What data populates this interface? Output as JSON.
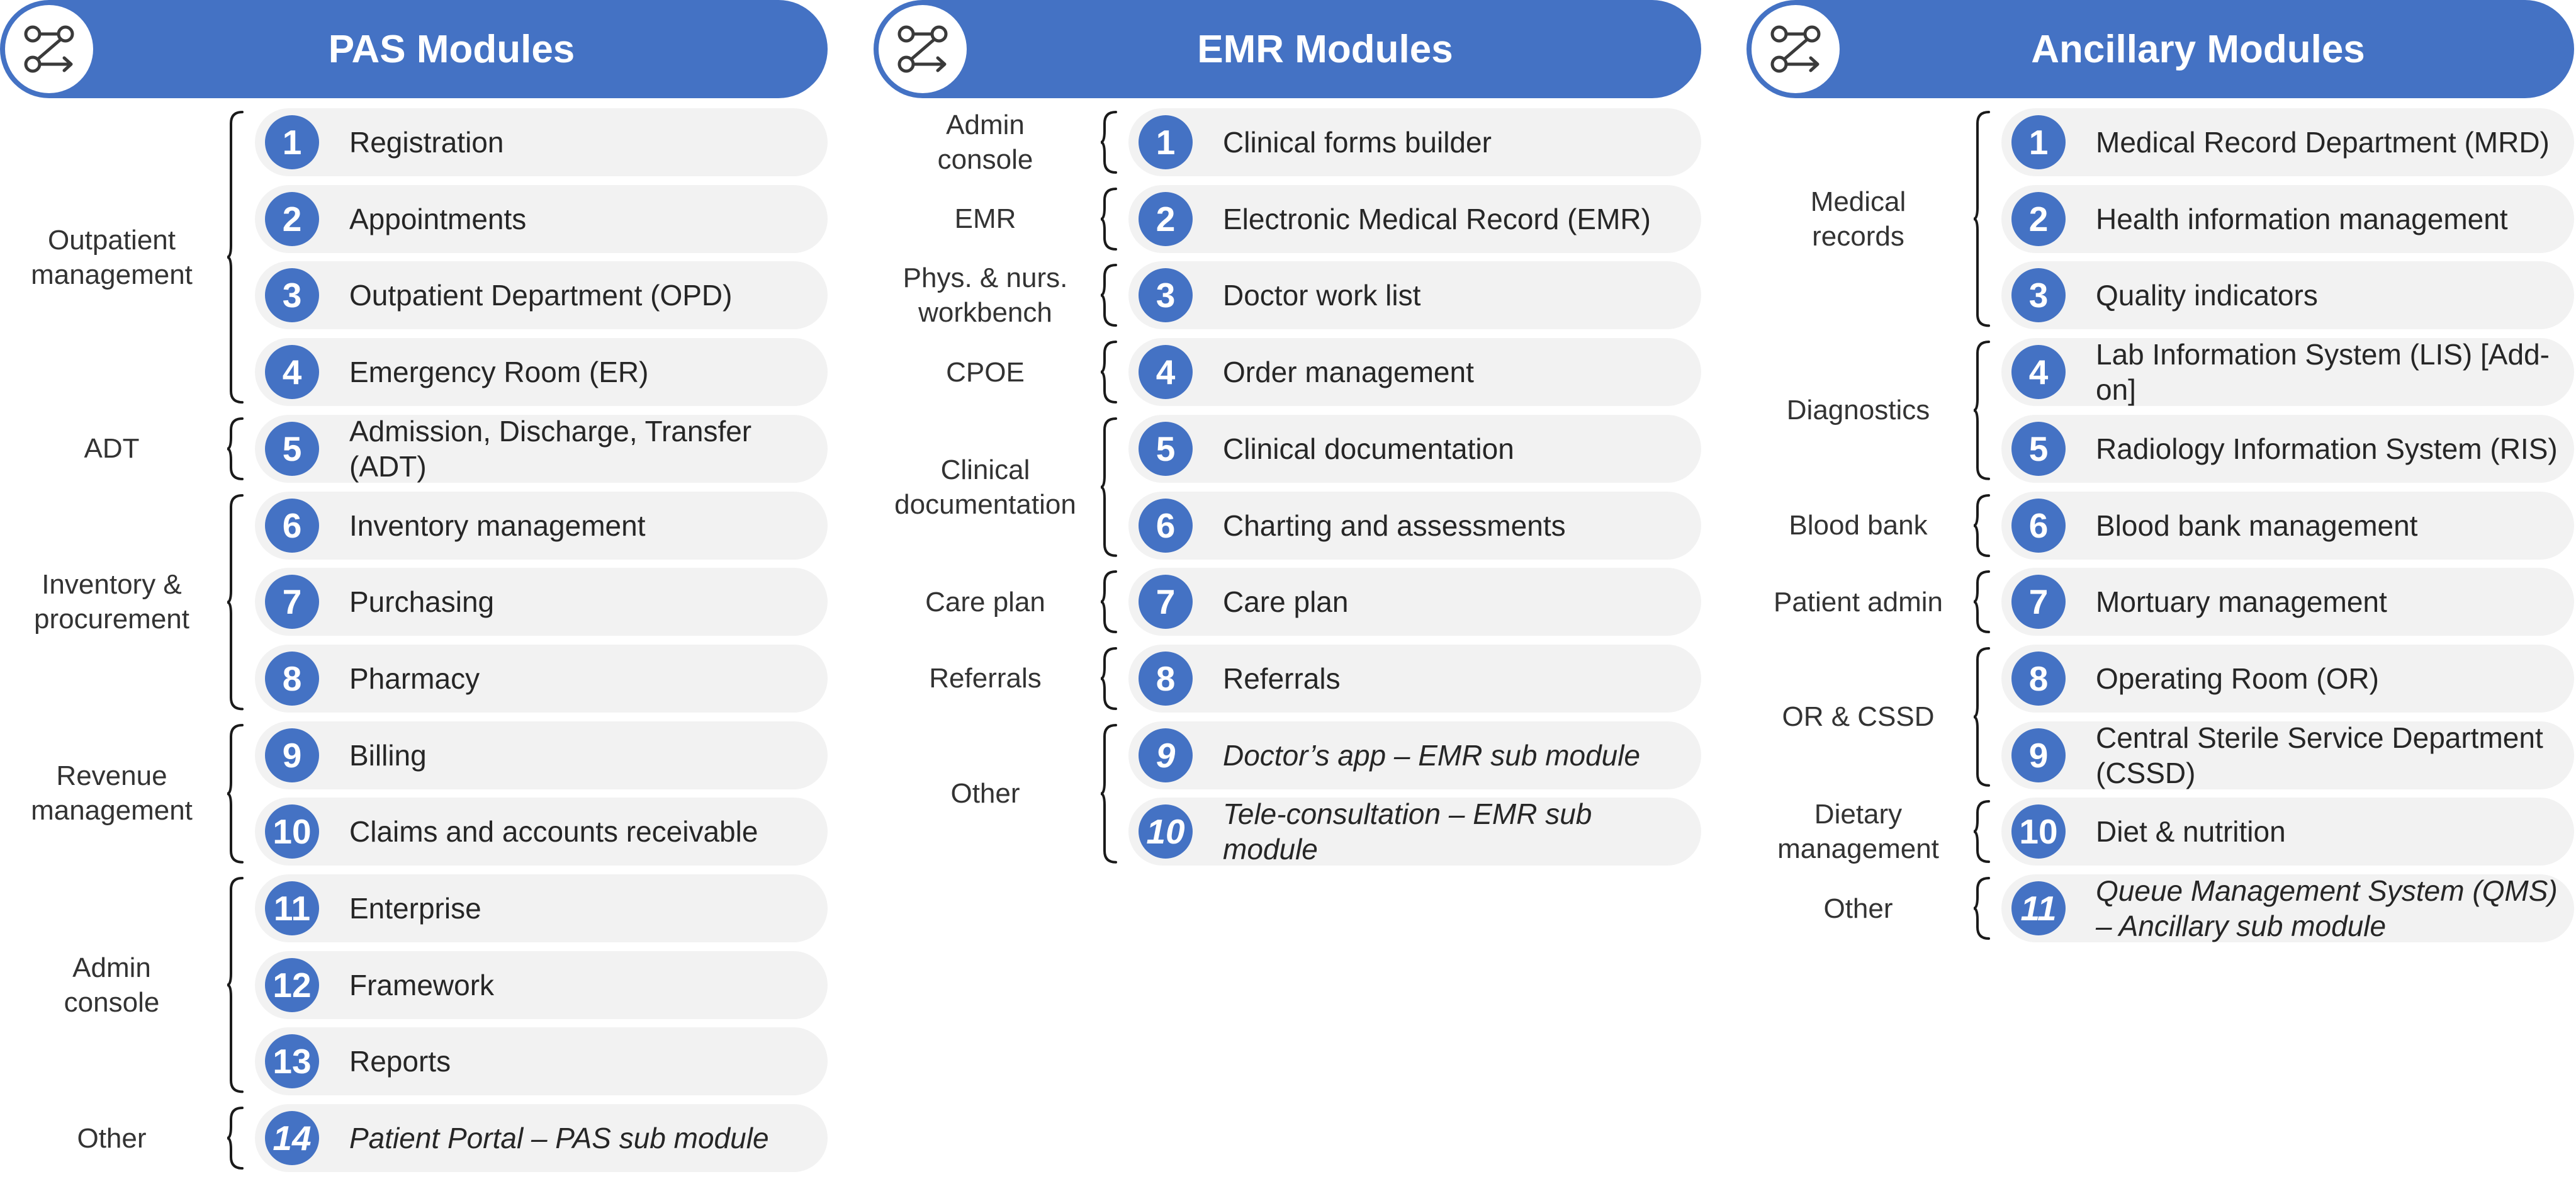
{
  "colors": {
    "header": "#4472c4",
    "pill": "#f2f2f2",
    "number_circle": "#4472c4",
    "text": "#262626"
  },
  "columns": [
    {
      "title": "PAS Modules",
      "icon": "workflow-icon",
      "groups": [
        {
          "label": "Outpatient\nmanagement",
          "items": [
            {
              "number": "1",
              "label": "Registration",
              "italic": false
            },
            {
              "number": "2",
              "label": "Appointments",
              "italic": false
            },
            {
              "number": "3",
              "label": "Outpatient Department (OPD)",
              "italic": false
            },
            {
              "number": "4",
              "label": "Emergency Room (ER)",
              "italic": false
            }
          ]
        },
        {
          "label": "ADT",
          "items": [
            {
              "number": "5",
              "label": "Admission, Discharge, Transfer (ADT)",
              "italic": false
            }
          ]
        },
        {
          "label": "Inventory &\nprocurement",
          "items": [
            {
              "number": "6",
              "label": "Inventory management",
              "italic": false
            },
            {
              "number": "7",
              "label": "Purchasing",
              "italic": false
            },
            {
              "number": "8",
              "label": "Pharmacy",
              "italic": false
            }
          ]
        },
        {
          "label": "Revenue\nmanagement",
          "items": [
            {
              "number": "9",
              "label": "Billing",
              "italic": false
            },
            {
              "number": "10",
              "label": "Claims and accounts receivable",
              "italic": false
            }
          ]
        },
        {
          "label": "Admin\nconsole",
          "items": [
            {
              "number": "11",
              "label": "Enterprise",
              "italic": false
            },
            {
              "number": "12",
              "label": "Framework",
              "italic": false
            },
            {
              "number": "13",
              "label": "Reports",
              "italic": false
            }
          ]
        },
        {
          "label": "Other",
          "items": [
            {
              "number": "14",
              "label": "Patient Portal – PAS sub module",
              "italic": true
            }
          ]
        }
      ]
    },
    {
      "title": "EMR Modules",
      "icon": "workflow-icon",
      "groups": [
        {
          "label": "Admin\nconsole",
          "items": [
            {
              "number": "1",
              "label": "Clinical forms builder",
              "italic": false
            }
          ]
        },
        {
          "label": "EMR",
          "items": [
            {
              "number": "2",
              "label": "Electronic Medical Record (EMR)",
              "italic": false
            }
          ]
        },
        {
          "label": "Phys. & nurs.\nworkbench",
          "items": [
            {
              "number": "3",
              "label": "Doctor work list",
              "italic": false
            }
          ]
        },
        {
          "label": "CPOE",
          "items": [
            {
              "number": "4",
              "label": "Order management",
              "italic": false
            }
          ]
        },
        {
          "label": "Clinical\ndocumentation",
          "items": [
            {
              "number": "5",
              "label": "Clinical documentation",
              "italic": false
            },
            {
              "number": "6",
              "label": "Charting and assessments",
              "italic": false
            }
          ]
        },
        {
          "label": "Care plan",
          "items": [
            {
              "number": "7",
              "label": "Care plan",
              "italic": false
            }
          ]
        },
        {
          "label": "Referrals",
          "items": [
            {
              "number": "8",
              "label": "Referrals",
              "italic": false
            }
          ]
        },
        {
          "label": "Other",
          "items": [
            {
              "number": "9",
              "label": "Doctor’s app – EMR sub module",
              "italic": true
            },
            {
              "number": "10",
              "label": "Tele-consultation – EMR sub module",
              "italic": true
            }
          ]
        }
      ]
    },
    {
      "title": "Ancillary Modules",
      "icon": "workflow-icon",
      "groups": [
        {
          "label": "Medical\nrecords",
          "items": [
            {
              "number": "1",
              "label": "Medical Record Department (MRD)",
              "italic": false
            },
            {
              "number": "2",
              "label": "Health information management",
              "italic": false
            },
            {
              "number": "3",
              "label": "Quality indicators",
              "italic": false
            }
          ]
        },
        {
          "label": "Diagnostics",
          "items": [
            {
              "number": "4",
              "label": "Lab Information System (LIS) [Add-on]",
              "italic": false
            },
            {
              "number": "5",
              "label": "Radiology Information System (RIS)",
              "italic": false
            }
          ]
        },
        {
          "label": "Blood bank",
          "items": [
            {
              "number": "6",
              "label": "Blood bank management",
              "italic": false
            }
          ]
        },
        {
          "label": "Patient admin",
          "items": [
            {
              "number": "7",
              "label": "Mortuary management",
              "italic": false
            }
          ]
        },
        {
          "label": "OR & CSSD",
          "items": [
            {
              "number": "8",
              "label": "Operating Room (OR)",
              "italic": false
            },
            {
              "number": "9",
              "label": "Central Sterile Service Department (CSSD)",
              "italic": false
            }
          ]
        },
        {
          "label": "Dietary\nmanagement",
          "items": [
            {
              "number": "10",
              "label": "Diet & nutrition",
              "italic": false
            }
          ]
        },
        {
          "label": "Other",
          "items": [
            {
              "number": "11",
              "label": "Queue Management System (QMS) – Ancillary sub module",
              "italic": true
            }
          ]
        }
      ]
    }
  ]
}
